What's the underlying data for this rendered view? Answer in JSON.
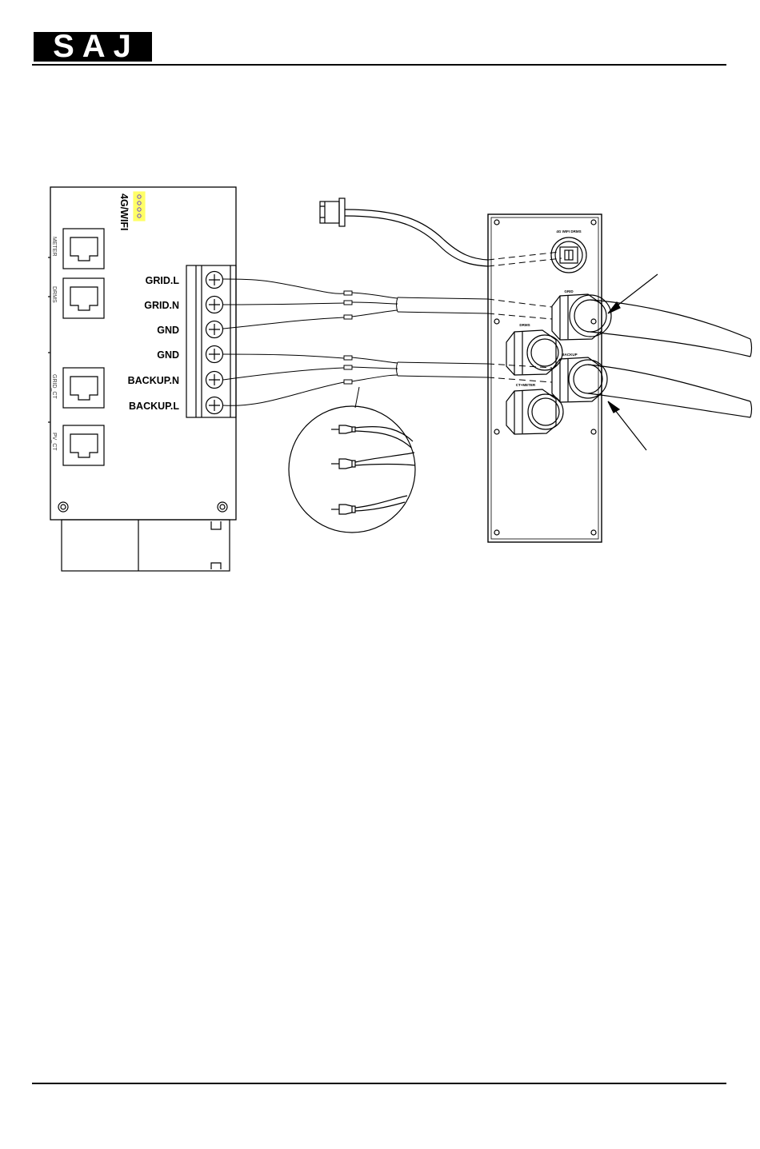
{
  "header": {
    "logo_text": "SAJ"
  },
  "board": {
    "module_label": "4G/WIFI",
    "ports": [
      "METER",
      "DRMS",
      "GRID_CT",
      "PV_CT"
    ],
    "terminals": [
      "GRID.L",
      "GRID.N",
      "GND",
      "GND",
      "BACKUP.N",
      "BACKUP.L"
    ]
  },
  "panel": {
    "top_label": "4G WIFI DRMS",
    "grid_label": "GRID",
    "drms_label": "DRMS",
    "backup_label": "BACKUP",
    "ct_meter_label": "CT+METER"
  },
  "colors": {
    "line": "#000000",
    "module_highlight": "#ffff66",
    "module_dots": "#6a4bc8"
  }
}
